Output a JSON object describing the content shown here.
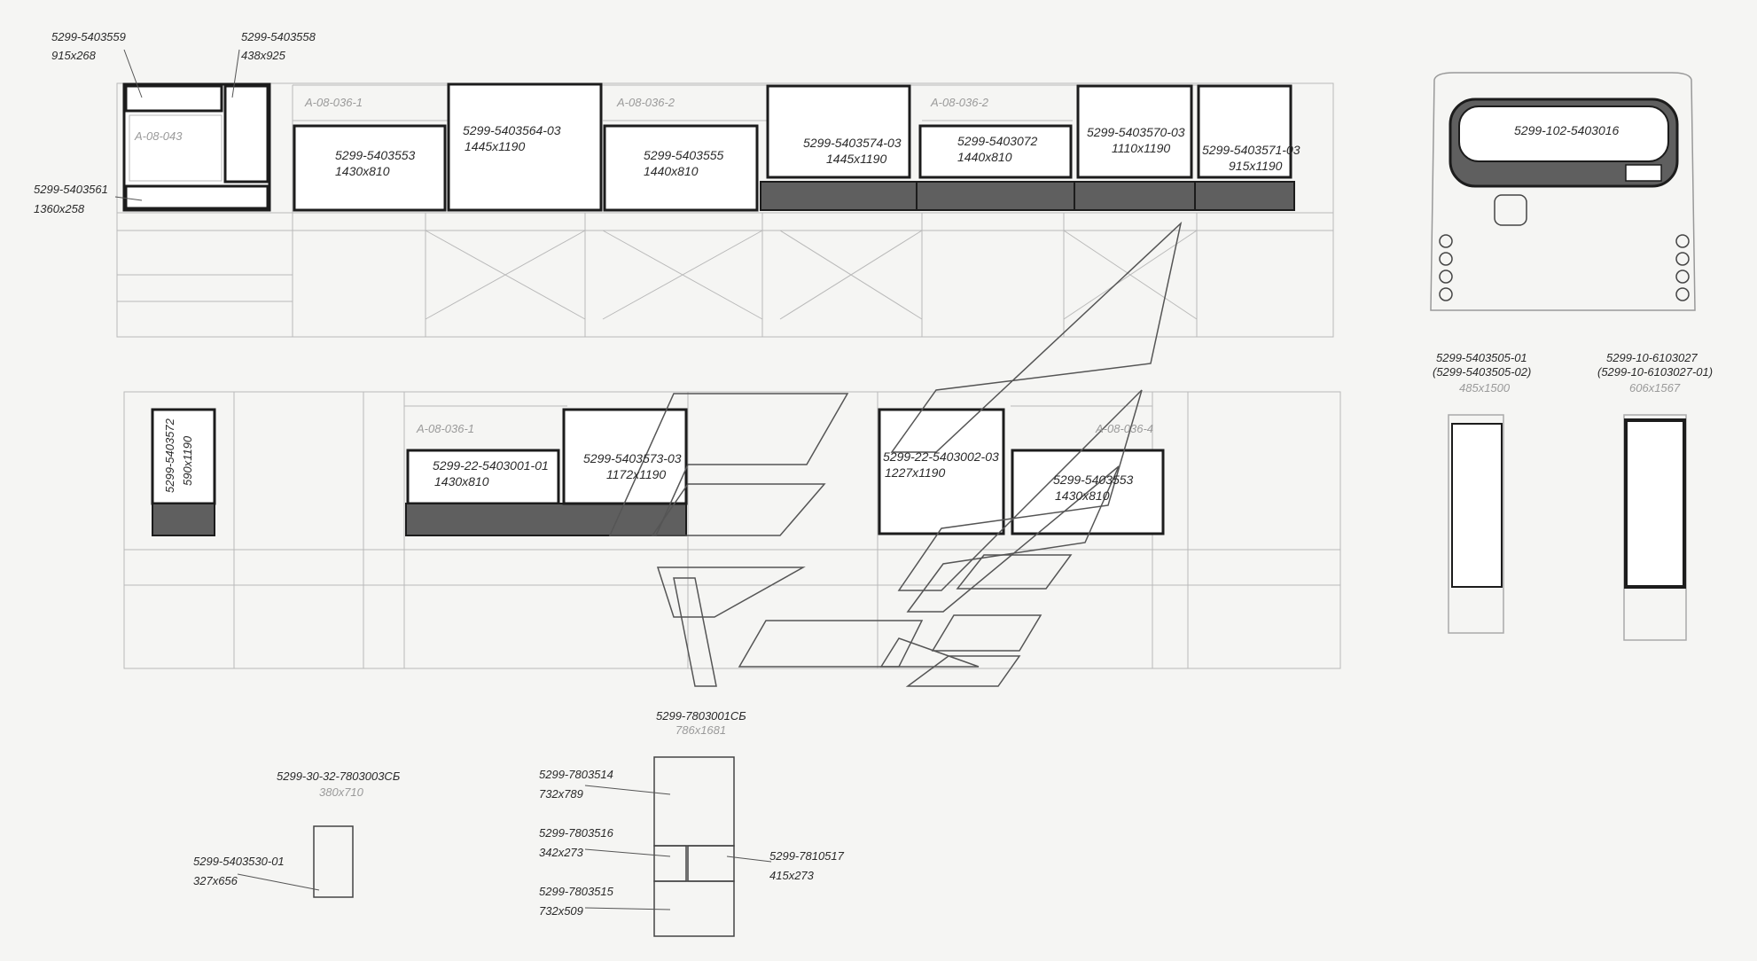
{
  "labels": {
    "l1_code": "5299-5403559",
    "l1_size": "915x268",
    "l2_code": "5299-5403558",
    "l2_size": "438x925",
    "l3_code": "5299-5403561",
    "l3_size": "1360x258",
    "a043": "А-08-043",
    "a0361_top": "А-08-036-1",
    "a0362_top1": "А-08-036-2",
    "a0362_top2": "А-08-036-2",
    "w_553_code": "5299-5403553",
    "w_553_size": "1430x810",
    "w_564_code": "5299-5403564-03",
    "w_564_size": "1445x1190",
    "w_555_code": "5299-5403555",
    "w_555_size": "1440x810",
    "w_574_code": "5299-5403574-03",
    "w_574_size": "1445x1190",
    "w_072_code": "5299-5403072",
    "w_072_size": "1440x810",
    "w_570_code": "5299-5403570-03",
    "w_570_size": "1110x1190",
    "w_571_code": "5299-5403571-03",
    "w_571_size": "915x1190",
    "rear_code": "5299-102-5403016",
    "w_572_code": "5299-5403572",
    "w_572_size": "590x1190",
    "a0361_bot": "А-08-036-1",
    "a0364_bot": "А-08-036-4",
    "w_2201_code": "5299-22-5403001-01",
    "w_2201_size": "1430x810",
    "w_573_code": "5299-5403573-03",
    "w_573_size": "1172x1190",
    "w_2202_code": "5299-22-5403002-03",
    "w_2202_size": "1227x1190",
    "w_553b_code": "5299-5403553",
    "w_553b_size": "1430x810",
    "d505_code": "5299-5403505-01",
    "d505_alt": "(5299-5403505-02)",
    "d505_size": "485x1500",
    "d610_code": "5299-10-6103027",
    "d610_alt": "(5299-10-6103027-01)",
    "d610_size": "606x1567",
    "sb001_code": "5299-7803001СБ",
    "sb001_size": "786x1681",
    "sb003_code": "5299-30-32-7803003СБ",
    "sb003_size": "380x710",
    "w_530_code": "5299-5403530-01",
    "w_530_size": "327x656",
    "w_514_code": "5299-7803514",
    "w_514_size": "732x789",
    "w_516_code": "5299-7803516",
    "w_516_size": "342x273",
    "w_517_code": "5299-7810517",
    "w_517_size": "415x273",
    "w_515_code": "5299-7803515",
    "w_515_size": "732x509"
  },
  "colors": {
    "line": "#1c1c1c",
    "frame": "#b9b9b9",
    "fill_dark": "#5f5f5f",
    "bg": "#f5f5f3"
  }
}
